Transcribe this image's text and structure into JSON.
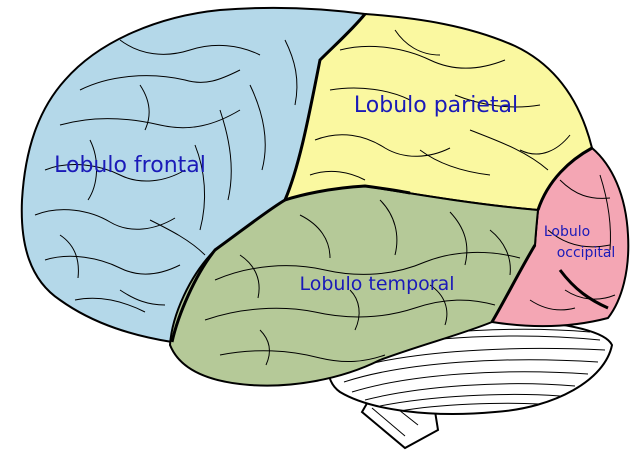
{
  "labels": {
    "frontal": "Lobulo frontal",
    "parietal": "Lobulo parietal",
    "temporal": "Lobulo temporal",
    "occipital_line1": "Lobulo",
    "occipital_line2": "occipital"
  },
  "colors": {
    "frontal": "#b4d8e9",
    "parietal": "#faf8a0",
    "temporal": "#b5c998",
    "occipital": "#f4a6b4",
    "cerebellum": "#ffffff",
    "outline": "#000000",
    "label_text": "#1a1ab8"
  }
}
